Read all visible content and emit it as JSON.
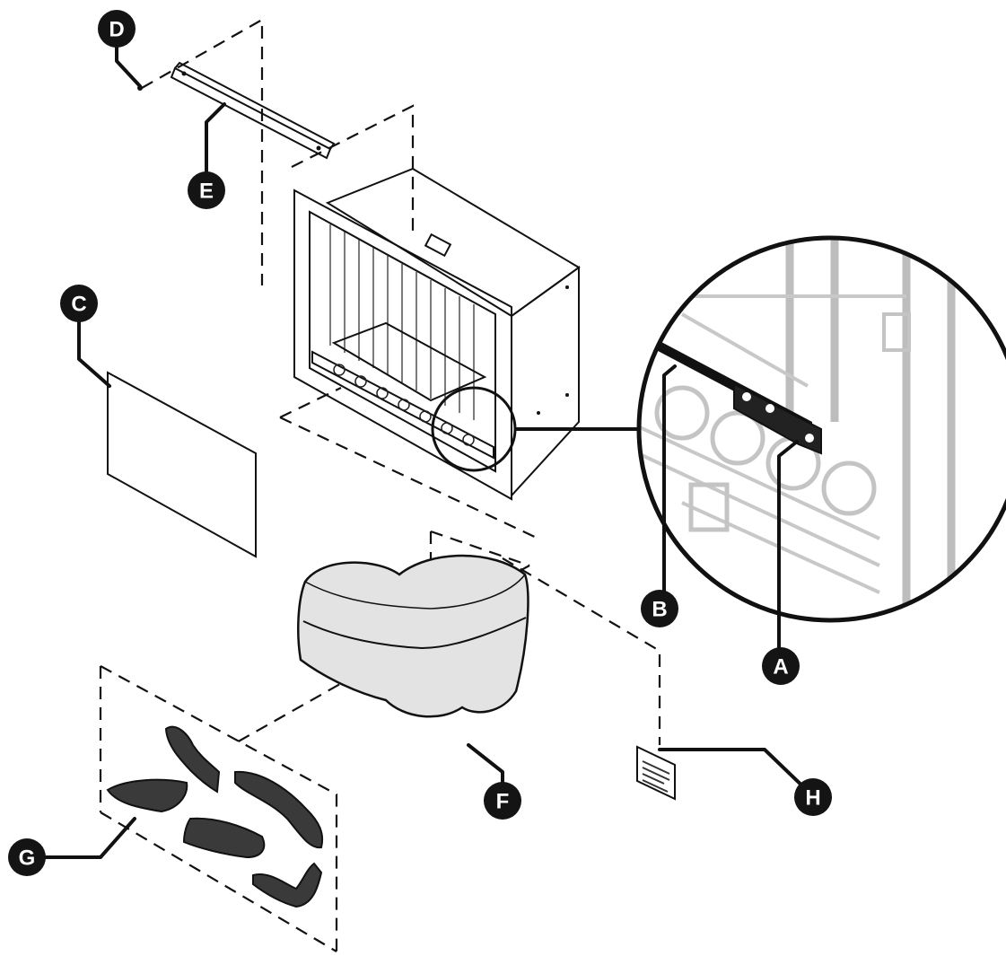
{
  "callouts": {
    "A": "A",
    "B": "B",
    "C": "C",
    "D": "D",
    "E": "E",
    "F": "F",
    "G": "G",
    "H": "H"
  },
  "colors": {
    "ink": "#111111",
    "callout_fill": "#141414",
    "callout_text": "#ffffff",
    "bag_fill": "#e3e3e3",
    "log_fill": "#3a3a3a",
    "detail_grey": "#bdbdbd"
  }
}
